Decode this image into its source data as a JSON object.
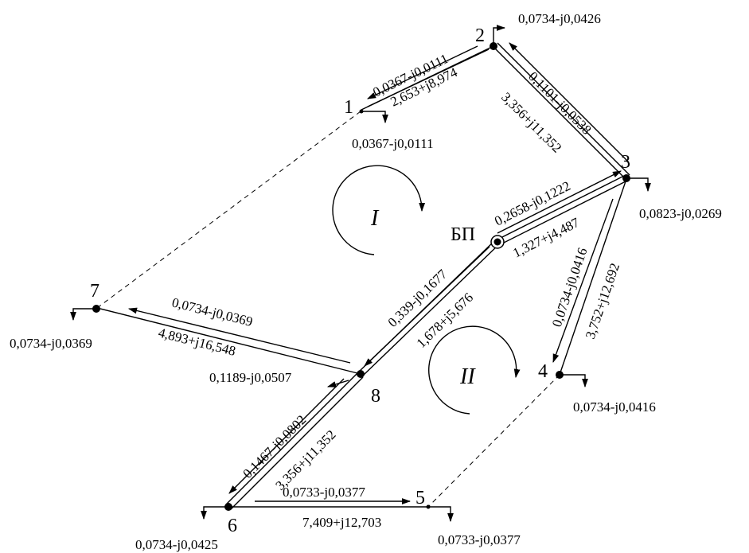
{
  "nodes": {
    "n1": "1",
    "n2": "2",
    "n3": "3",
    "n4": "4",
    "n5": "5",
    "n6": "6",
    "n7": "7",
    "n8": "8",
    "bp": "БП"
  },
  "loads": {
    "n1": "0,0367-j0,0111",
    "n2": "0,0734-j0,0426",
    "n3": "0,0823-j0,0269",
    "n4": "0,0734-j0,0416",
    "n5": "0,0733-j0,0377",
    "n6": "0,0734-j0,0425",
    "n7": "0,0734-j0,0369",
    "n8": "0,1189-j0,0507"
  },
  "branches": {
    "b21_flow": "0,0367-j0,0111",
    "b21_imp": "2,653+j8,974",
    "b32_flow": "0,1101-j0,0538",
    "b32_imp": "3,356+j11,352",
    "bp3_flow": "0,2658-j0,1222",
    "bp3_imp": "1,327+j4,487",
    "b34_flow": "0,0734-j0,0416",
    "b34_imp": "3,752+j12,692",
    "bp8_flow": "0,339-j0,1677",
    "bp8_imp": "1,678+j5,676",
    "b87_flow": "0,0734-j0,0369",
    "b87_imp": "4,893+j16,548",
    "b86_flow": "0,1467-j0,0802",
    "b86_imp": "3,356+j11,352",
    "b65_flow": "0,0733-j0,0377",
    "b65_imp": "7,409+j12,703"
  },
  "loops": {
    "loop1": "I",
    "loop2": "II"
  }
}
